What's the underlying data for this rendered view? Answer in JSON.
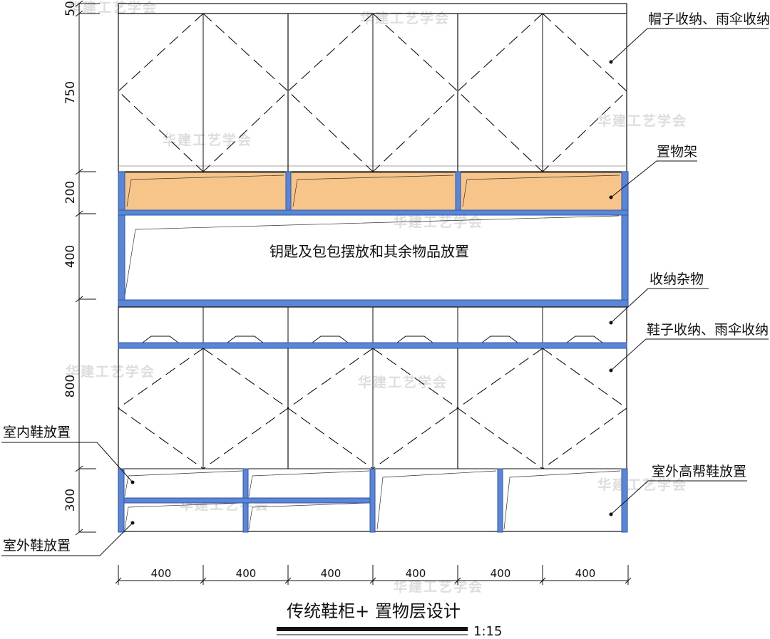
{
  "drawing": {
    "title": "传统鞋柜+ 置物层设计",
    "scale": "1:15",
    "center_note": "钥匙及包包摆放和其余物品放置",
    "watermark": "华建工艺学会",
    "colors": {
      "panel_blue": "#5b86d6",
      "panel_edge": "#2f55a8",
      "shelf_fill": "#f7c58a",
      "line": "#111111"
    },
    "labels": {
      "hat_storage": "帽子收纳、雨伞收纳",
      "shelf": "置物架",
      "misc_storage": "收纳杂物",
      "shoe_storage": "鞋子收纳、雨伞收纳",
      "indoor_shoes": "室内鞋放置",
      "outdoor_shoes": "室外鞋放置",
      "high_boots": "室外高帮鞋放置"
    },
    "vertical_dims": [
      {
        "value": "50"
      },
      {
        "value": "750"
      },
      {
        "value": "200"
      },
      {
        "value": "400"
      },
      {
        "value": "800"
      },
      {
        "value": "300"
      }
    ],
    "bottom_dims": [
      {
        "value": "400"
      },
      {
        "value": "400"
      },
      {
        "value": "400"
      },
      {
        "value": "400"
      },
      {
        "value": "400"
      },
      {
        "value": "400"
      }
    ]
  }
}
